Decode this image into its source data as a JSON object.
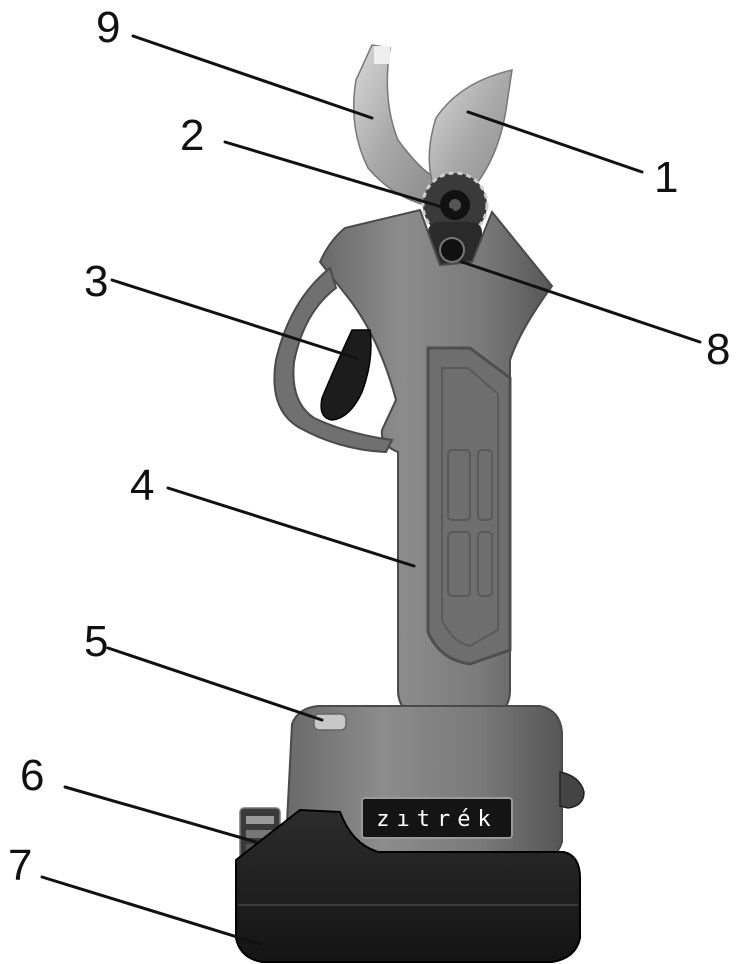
{
  "brand": {
    "logo_text": "zıtrék"
  },
  "callouts": [
    {
      "id": "1",
      "label": "1"
    },
    {
      "id": "2",
      "label": "2"
    },
    {
      "id": "3",
      "label": "3"
    },
    {
      "id": "4",
      "label": "4"
    },
    {
      "id": "5",
      "label": "5"
    },
    {
      "id": "6",
      "label": "6"
    },
    {
      "id": "7",
      "label": "7"
    },
    {
      "id": "8",
      "label": "8"
    },
    {
      "id": "9",
      "label": "9"
    }
  ]
}
